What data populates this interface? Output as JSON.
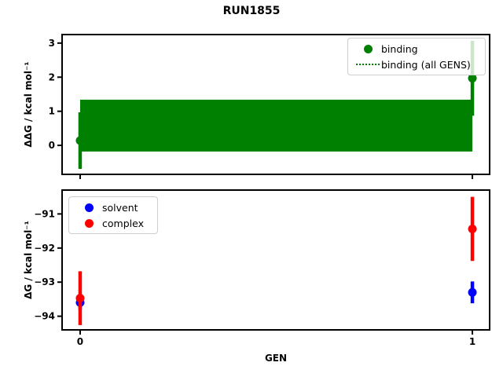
{
  "title": "RUN1855",
  "colors": {
    "green": "#008000",
    "blue": "#0000ff",
    "red": "#ff0000",
    "axis": "#000000",
    "background": "#ffffff",
    "legend_border": "#cfcfcf"
  },
  "chart_data": [
    {
      "type": "errorbar",
      "subplot": "binding-free-energy",
      "ylabel": "ΔΔG / kcal mol⁻¹",
      "xlabel": "",
      "xlim": [
        -0.046,
        1.044
      ],
      "ylim": [
        -0.85,
        3.25
      ],
      "xticks": [
        0,
        1
      ],
      "xticklabels": [],
      "yticks": [
        0,
        1,
        2,
        3
      ],
      "yticklabels": [
        "0",
        "1",
        "2",
        "3"
      ],
      "grid": false,
      "series": [
        {
          "name": "binding",
          "color": "#008000",
          "marker": "circle",
          "x": [
            0,
            1
          ],
          "y": [
            0.14,
            1.97
          ],
          "yerr": [
            0.83,
            1.1
          ]
        }
      ],
      "band": {
        "name": "binding (all GENS)",
        "color": "#008000",
        "line_style": "dotted",
        "x_from": 0,
        "x_to": 1,
        "y_center": 0.58,
        "y_low": -0.18,
        "y_high": 1.34
      },
      "legend": {
        "position": "upper right",
        "entries": [
          {
            "label": "binding",
            "glyph": "dot",
            "color": "#008000"
          },
          {
            "label": "binding (all GENS)",
            "glyph": "dotted-line",
            "color": "#008000"
          }
        ]
      }
    },
    {
      "type": "errorbar",
      "subplot": "component-free-energies",
      "ylabel": "ΔG / kcal mol⁻¹",
      "xlabel": "GEN",
      "xlim": [
        -0.046,
        1.044
      ],
      "ylim": [
        -94.4,
        -90.3
      ],
      "xticks": [
        0,
        1
      ],
      "xticklabels": [
        "0",
        "1"
      ],
      "yticks": [
        -91,
        -92,
        -93,
        -94
      ],
      "yticklabels": [
        "−91",
        "−92",
        "−93",
        "−94"
      ],
      "grid": false,
      "series": [
        {
          "name": "solvent",
          "color": "#0000ff",
          "marker": "circle",
          "x": [
            0,
            1
          ],
          "y": [
            -93.6,
            -93.3
          ],
          "yerr": [
            0.2,
            0.32
          ]
        },
        {
          "name": "complex",
          "color": "#ff0000",
          "marker": "circle",
          "x": [
            0,
            1
          ],
          "y": [
            -93.47,
            -91.44
          ],
          "yerr": [
            0.79,
            0.94
          ]
        }
      ],
      "legend": {
        "position": "upper left",
        "entries": [
          {
            "label": "solvent",
            "glyph": "dot",
            "color": "#0000ff"
          },
          {
            "label": "complex",
            "glyph": "dot",
            "color": "#ff0000"
          }
        ]
      }
    }
  ]
}
